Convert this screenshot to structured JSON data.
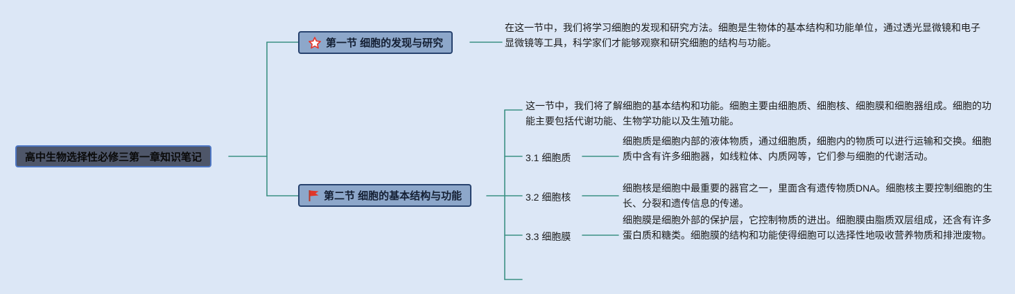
{
  "canvas": {
    "background_color": "#dce7f6",
    "connector_color": "#3b9083",
    "node_fill_color": "#8da7ca",
    "root_fill_color": "#4e5669"
  },
  "root": {
    "label": "高中生物选择性必修三第一章知识笔记"
  },
  "sections": [
    {
      "label": "第一节 细胞的发现与研究",
      "icon": "red-star",
      "description": "在这一节中，我们将学习细胞的发现和研究方法。细胞是生物体的基本结构和功能单位，通过透光显微镜和电子显微镜等工具，科学家们才能够观察和研究细胞的结构与功能。"
    },
    {
      "label": "第二节 细胞的基本结构与功能",
      "icon": "red-flag",
      "intro": "这一节中，我们将了解细胞的基本结构和功能。细胞主要由细胞质、细胞核、细胞膜和细胞器组成。细胞的功能主要包括代谢功能、生物学功能以及生殖功能。",
      "children": [
        {
          "label": "3.1 细胞质",
          "description": "细胞质是细胞内部的液体物质，通过细胞质，细胞内的物质可以进行运输和交换。细胞质中含有许多细胞器，如线粒体、内质网等，它们参与细胞的代谢活动。"
        },
        {
          "label": "3.2 细胞核",
          "description": "细胞核是细胞中最重要的器官之一，里面含有遗传物质DNA。细胞核主要控制细胞的生长、分裂和遗传信息的传递。"
        },
        {
          "label": "3.3 细胞膜",
          "description": "细胞膜是细胞外部的保护层，它控制物质的进出。细胞膜由脂质双层组成，还含有许多蛋白质和糖类。细胞膜的结构和功能使得细胞可以选择性地吸收营养物质和排泄废物。"
        }
      ]
    }
  ]
}
